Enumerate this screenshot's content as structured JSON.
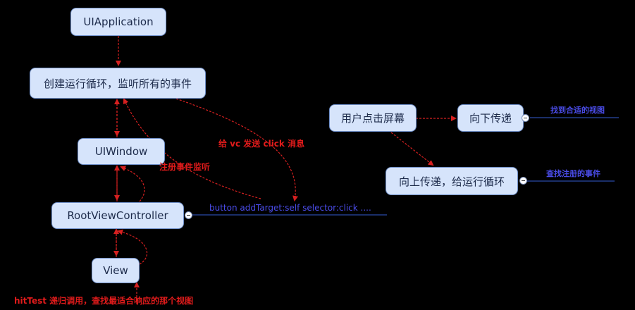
{
  "colors": {
    "background": "#000000",
    "node_fill": "#d6e4fb",
    "node_border": "#6f8fc8",
    "arrow_red": "#d62020",
    "note_blue": "#4a4ce8",
    "note_red": "#e11b1b",
    "underline_blue": "#2b49a8"
  },
  "nodes": {
    "uiapplication": "UIApplication",
    "run_loop": "创建运行循环，监听所有的事件",
    "uiwindow": "UIWindow",
    "root_vc": "RootViewController",
    "view": "View",
    "user_tap": "用户点击屏幕",
    "pass_down": "向下传递",
    "pass_up": "向上传递，给运行循环"
  },
  "notes": {
    "add_target": "button addTarget:self selector:click ....",
    "find_view": "找到合适的视图",
    "find_registered": "查找注册的事件",
    "send_click": "给 vc 发送 click 消息",
    "register_listen": "注册事件监听",
    "hit_test": "hitTest 递归调用，查找最适合响应的那个视图"
  },
  "icons": {
    "collapse": "collapse-minus-icon"
  }
}
